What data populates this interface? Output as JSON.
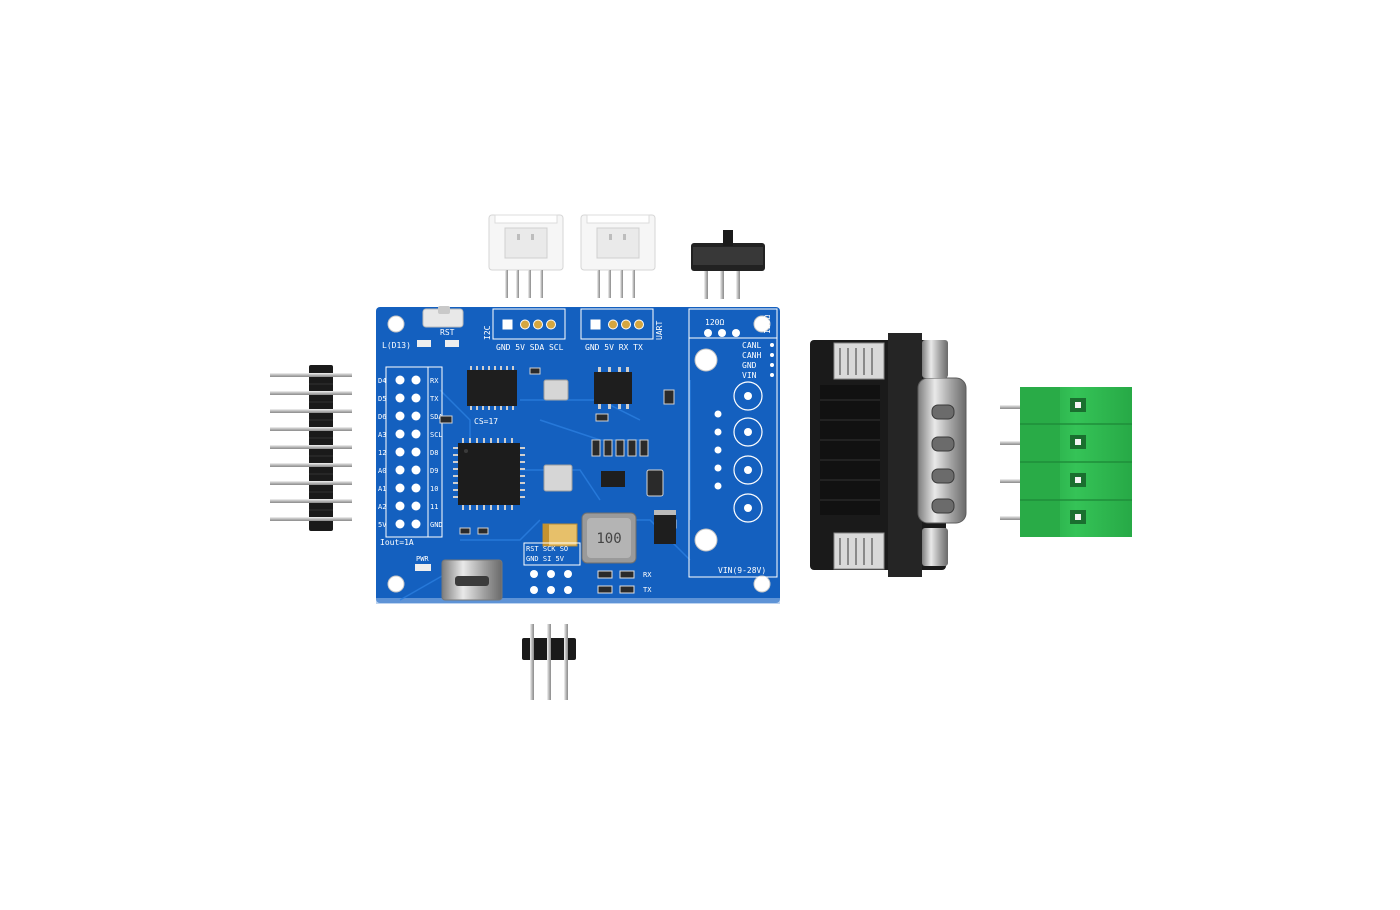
{
  "colors": {
    "background": "#ffffff",
    "pcb": "#1565c0",
    "pcb_trace": "#1e7ae0",
    "silkscreen": "#ffffff",
    "terminal_green": "#2db84d",
    "connector_black": "#1c1c1c",
    "header_white": "#f3f3f3"
  },
  "board": {
    "reset_label": "RST",
    "led_label": "L(D13)",
    "i2c_label": "I2C",
    "i2c_pins": "GND 5V SDA SCL",
    "uart_label": "UART",
    "uart_pins": "GND 5V RX TX",
    "can_pins": [
      "CANL",
      "CANH",
      "GND",
      "VIN"
    ],
    "resistor_label": "120Ω",
    "resistor_label_vertical": "120Ω",
    "left_pins": [
      "D4",
      "D5",
      "D6",
      "A3",
      "12",
      "A0",
      "A1",
      "A2",
      "5V"
    ],
    "right_pins": [
      "RX",
      "TX",
      "SDA",
      "SCL",
      "D8",
      "D9",
      "10",
      "11",
      "GND"
    ],
    "cs_label": "CS=17",
    "current_label": "Iout=1A",
    "power_label": "PWR",
    "icsp_top": "RST SCK SO",
    "icsp_bottom": "GND SI 5V",
    "rx_label": "RX",
    "tx_label": "TX",
    "inductor_label": "100",
    "vin_label": "VIN(9-28V)"
  }
}
